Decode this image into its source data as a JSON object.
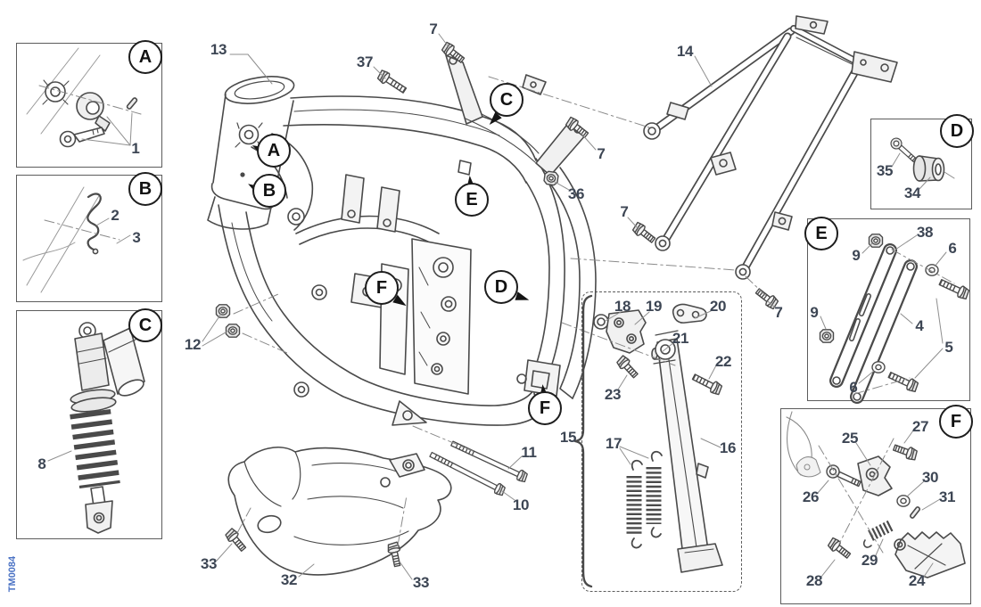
{
  "drawing": {
    "code": "TM0084",
    "code_color": "#4a72c4",
    "line_color": "#4a4a4a",
    "label_color": "#3d4654",
    "main_labels": [
      "13",
      "7",
      "37",
      "7",
      "36",
      "14",
      "7",
      "7",
      "12",
      "11",
      "10",
      "33",
      "32",
      "33"
    ],
    "frame_callouts": [
      "A",
      "B",
      "C",
      "E",
      "D",
      "F",
      "F"
    ],
    "detail_panels": [
      {
        "badge": "A",
        "border": "solid",
        "parts": [
          "1"
        ]
      },
      {
        "badge": "B",
        "border": "solid",
        "parts": [
          "2",
          "3"
        ]
      },
      {
        "badge": "C",
        "border": "solid",
        "parts": [
          "8"
        ]
      },
      {
        "badge": "D",
        "border": "solid",
        "parts": [
          "35",
          "34"
        ]
      },
      {
        "badge": "E",
        "border": "solid",
        "parts": [
          "38",
          "6",
          "9",
          "9",
          "4",
          "5",
          "6"
        ]
      },
      {
        "badge": "F",
        "border": "solid",
        "parts": [
          "27",
          "25",
          "30",
          "31",
          "26",
          "29",
          "28",
          "24"
        ]
      },
      {
        "badge": "",
        "border": "dashed",
        "group_label": "15",
        "parts": [
          "18",
          "19",
          "20",
          "21",
          "22",
          "23",
          "17",
          "16"
        ]
      }
    ]
  }
}
